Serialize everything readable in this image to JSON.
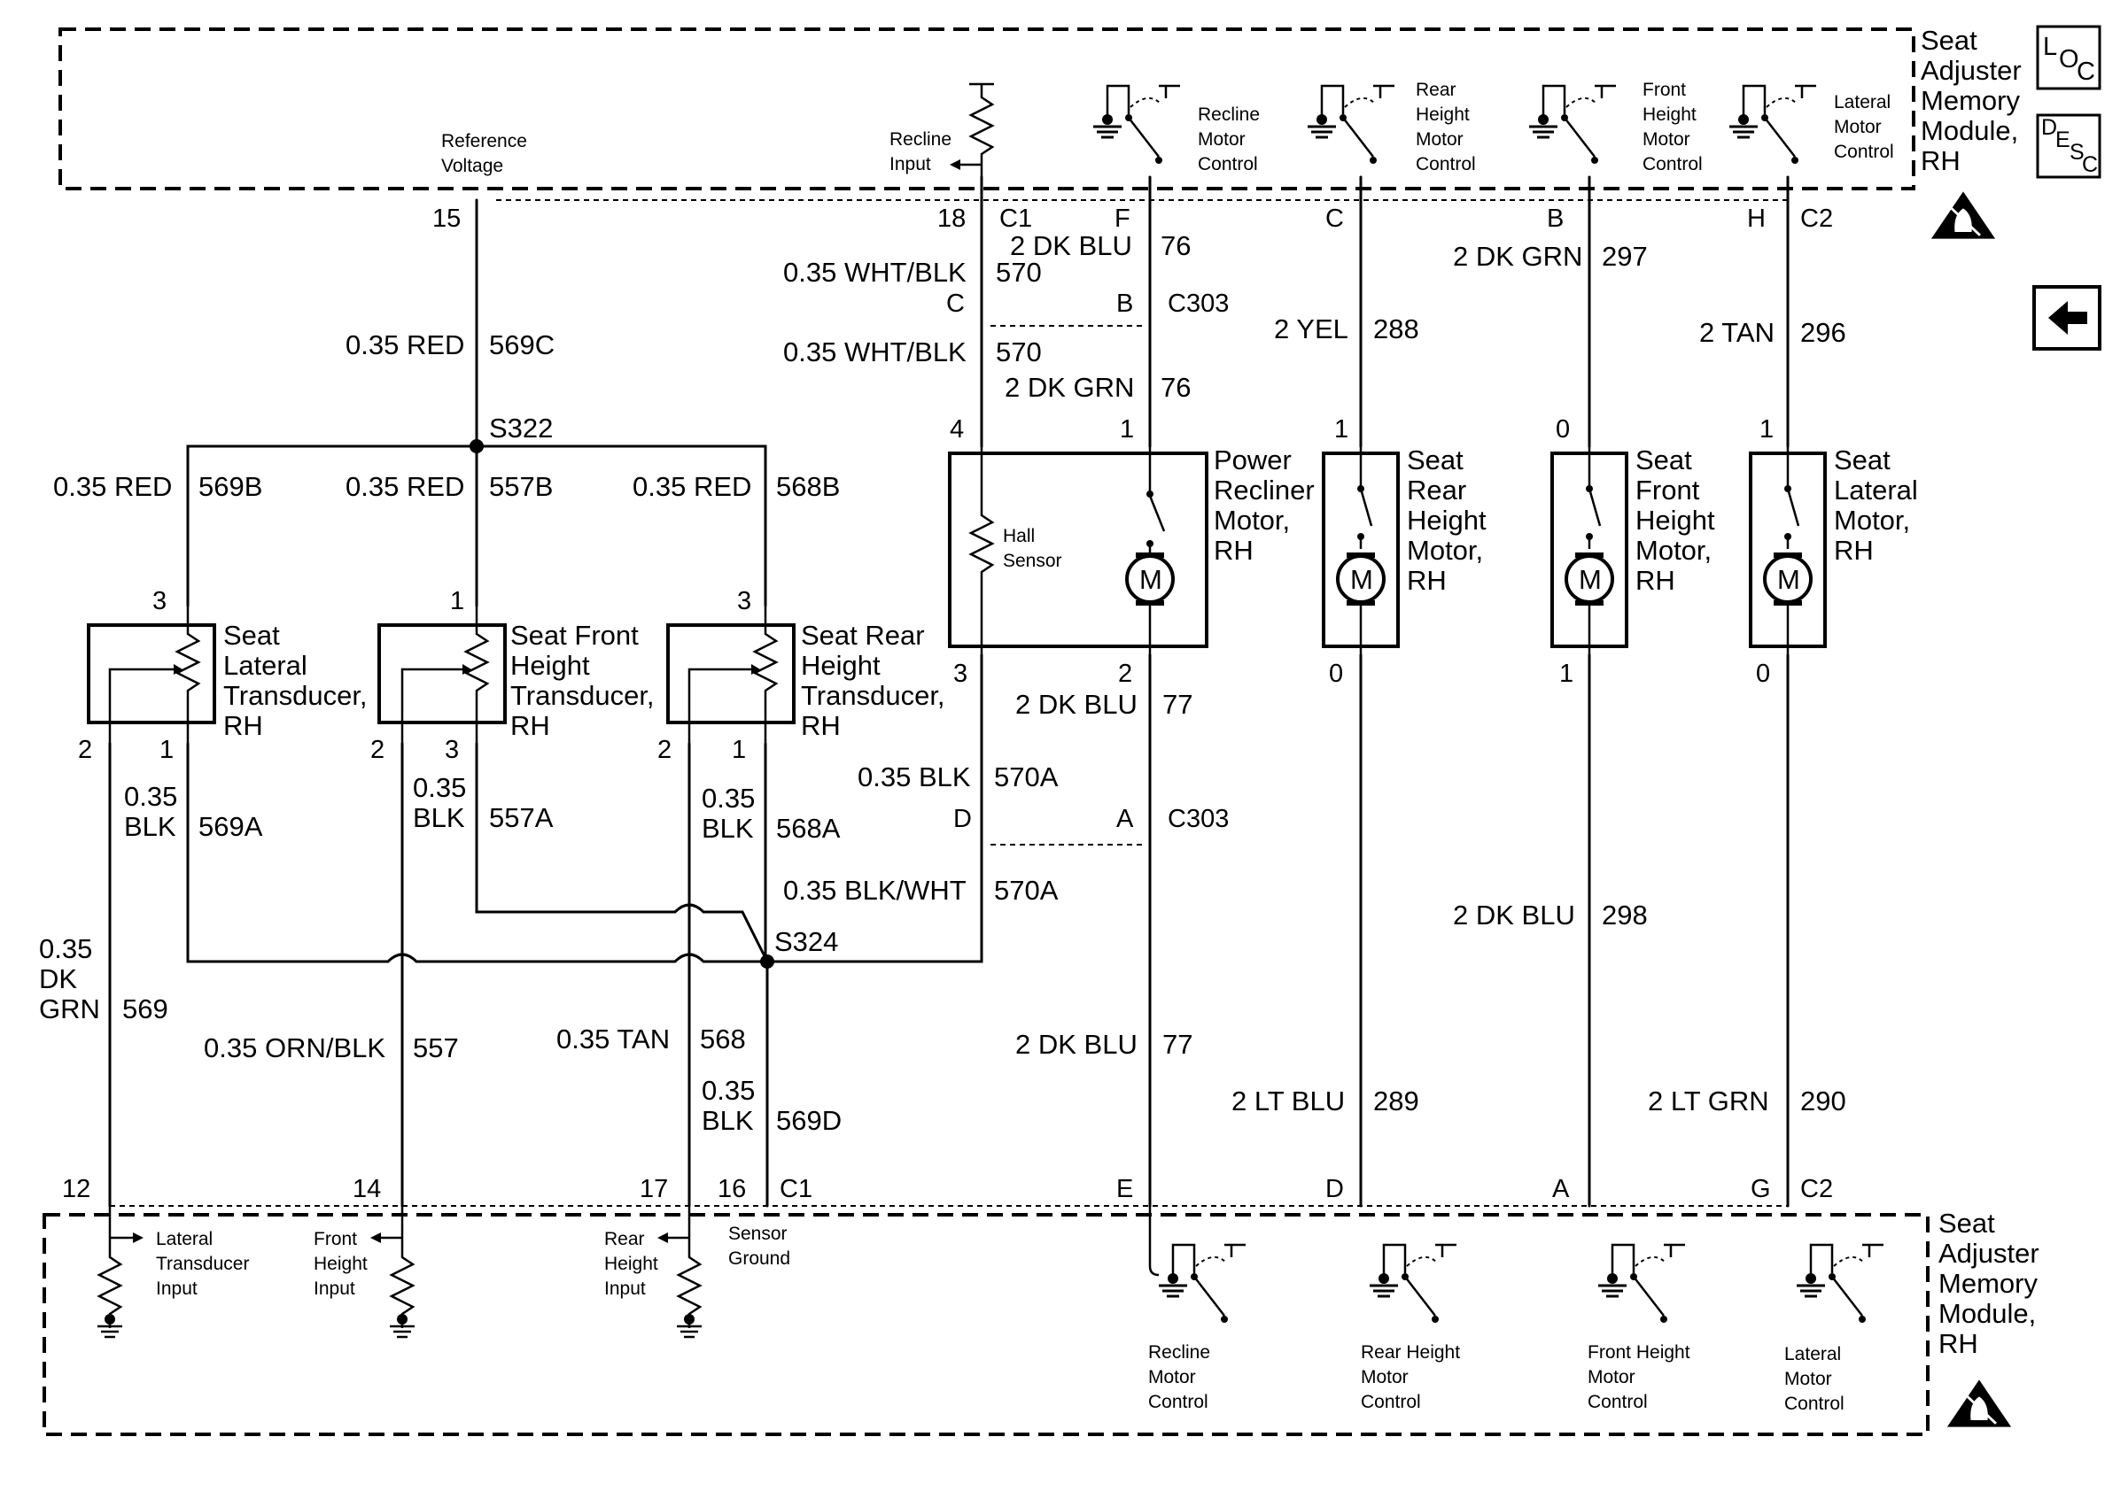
{
  "modules": {
    "top_title": [
      "Seat",
      "Adjuster",
      "Memory",
      "Module,",
      "RH"
    ],
    "bottom_title": [
      "Seat",
      "Adjuster",
      "Memory",
      "Module,",
      "RH"
    ],
    "loc_icon": "L O C",
    "desc_icon": "D E S C",
    "back_icon": "left-arrow-icon",
    "esd_icon": "esd-hand-icon"
  },
  "top_module_labels": {
    "reference_voltage": [
      "Reference",
      "Voltage"
    ],
    "recline_input": [
      "Recline",
      "Input"
    ],
    "recline_motor_control": [
      "Recline",
      "Motor",
      "Control"
    ],
    "rear_height_motor_control": [
      "Rear",
      "Height",
      "Motor",
      "Control"
    ],
    "front_height_motor_control": [
      "Front",
      "Height",
      "Motor",
      "Control"
    ],
    "lateral_motor_control": [
      "Lateral",
      "Motor",
      "Control"
    ]
  },
  "bottom_module_labels": {
    "lateral_transducer_input": [
      "Lateral",
      "Transducer",
      "Input"
    ],
    "front_height_input": [
      "Front",
      "Height",
      "Input"
    ],
    "rear_height_input": [
      "Rear",
      "Height",
      "Input"
    ],
    "sensor_ground": [
      "Sensor",
      "Ground"
    ],
    "recline_motor_control": [
      "Recline",
      "Motor",
      "Control"
    ],
    "rear_height_motor_control": [
      "Rear Height",
      "Motor",
      "Control"
    ],
    "front_height_motor_control": [
      "Front Height",
      "Motor",
      "Control"
    ],
    "lateral_motor_control": [
      "Lateral",
      "Motor",
      "Control"
    ]
  },
  "components": {
    "recliner": [
      "Power",
      "Recliner",
      "Motor,",
      "RH"
    ],
    "hall_sensor": [
      "Hall",
      "Sensor"
    ],
    "rear_height_motor": [
      "Seat",
      "Rear",
      "Height",
      "Motor,",
      "RH"
    ],
    "front_height_motor": [
      "Seat",
      "Front",
      "Height",
      "Motor,",
      "RH"
    ],
    "lateral_motor": [
      "Seat",
      "Lateral",
      "Motor,",
      "RH"
    ],
    "lateral_transducer": [
      "Seat",
      "Lateral",
      "Transducer,",
      "RH"
    ],
    "front_height_transducer": [
      "Seat Front",
      "Height",
      "Transducer,",
      "RH"
    ],
    "rear_height_transducer": [
      "Seat Rear",
      "Height",
      "Transducer,",
      "RH"
    ],
    "motor_symbol": "M"
  },
  "splices": {
    "s322": "S322",
    "s324": "S324"
  },
  "connectors": {
    "c1": "C1",
    "c2": "C2",
    "c303": "C303"
  },
  "pins": {
    "p15": "15",
    "p18": "18",
    "pF": "F",
    "pC": "C",
    "pB": "B",
    "pH": "H",
    "c303_c": "C",
    "c303_b": "B",
    "c303_d": "D",
    "c303_a": "A",
    "rec_4": "4",
    "rec_1": "1",
    "rec_3": "3",
    "rec_2": "2",
    "rh_top": "1",
    "rh_bot": "0",
    "fh_top": "0",
    "fh_bot": "1",
    "lat_top": "1",
    "lat_bot": "0",
    "lt_3": "3",
    "lt_2": "2",
    "lt_1": "1",
    "ft_1": "1",
    "ft_2": "2",
    "ft_3": "3",
    "rt_3": "3",
    "rt_2": "2",
    "rt_1": "1",
    "b12": "12",
    "b14": "14",
    "b17": "17",
    "b16": "16",
    "bE": "E",
    "bD": "D",
    "bA": "A",
    "bG": "G"
  },
  "wires": {
    "w569c": {
      "gauge": "0.35 RED",
      "circuit": "569C"
    },
    "w569b": {
      "gauge": "0.35 RED",
      "circuit": "569B"
    },
    "w557b": {
      "gauge": "0.35 RED",
      "circuit": "557B"
    },
    "w568b": {
      "gauge": "0.35 RED",
      "circuit": "568B"
    },
    "w570_top": {
      "gauge": "0.35 WHT/BLK",
      "circuit": "570"
    },
    "w570_bot": {
      "gauge": "0.35 WHT/BLK",
      "circuit": "570"
    },
    "w76_top": {
      "gauge": "2 DK BLU",
      "circuit": "76"
    },
    "w76_bot": {
      "gauge": "2 DK GRN",
      "circuit": "76"
    },
    "w288": {
      "gauge": "2 YEL",
      "circuit": "288"
    },
    "w297": {
      "gauge": "2 DK GRN",
      "circuit": "297"
    },
    "w296": {
      "gauge": "2 TAN",
      "circuit": "296"
    },
    "w77_top": {
      "gauge": "2 DK BLU",
      "circuit": "77"
    },
    "w77_bot": {
      "gauge": "2 DK BLU",
      "circuit": "77"
    },
    "w570a_top": {
      "gauge": "0.35 BLK",
      "circuit": "570A"
    },
    "w570a_bot": {
      "gauge": "0.35 BLK/WHT",
      "circuit": "570A"
    },
    "w569a": {
      "gauge_1": "0.35",
      "gauge_2": "BLK",
      "circuit": "569A"
    },
    "w557a": {
      "gauge_1": "0.35",
      "gauge_2": "BLK",
      "circuit": "557A"
    },
    "w568a": {
      "gauge_1": "0.35",
      "gauge_2": "BLK",
      "circuit": "568A"
    },
    "w569": {
      "gauge_1": "0.35",
      "gauge_2": "DK",
      "gauge_3": "GRN",
      "circuit": "569"
    },
    "w557": {
      "gauge": "0.35 ORN/BLK",
      "circuit": "557"
    },
    "w568": {
      "gauge": "0.35 TAN",
      "circuit": "568"
    },
    "w569d": {
      "gauge_1": "0.35",
      "gauge_2": "BLK",
      "circuit": "569D"
    },
    "w298": {
      "gauge": "2 DK BLU",
      "circuit": "298"
    },
    "w289": {
      "gauge": "2 LT BLU",
      "circuit": "289"
    },
    "w290": {
      "gauge": "2 LT GRN",
      "circuit": "290"
    }
  }
}
